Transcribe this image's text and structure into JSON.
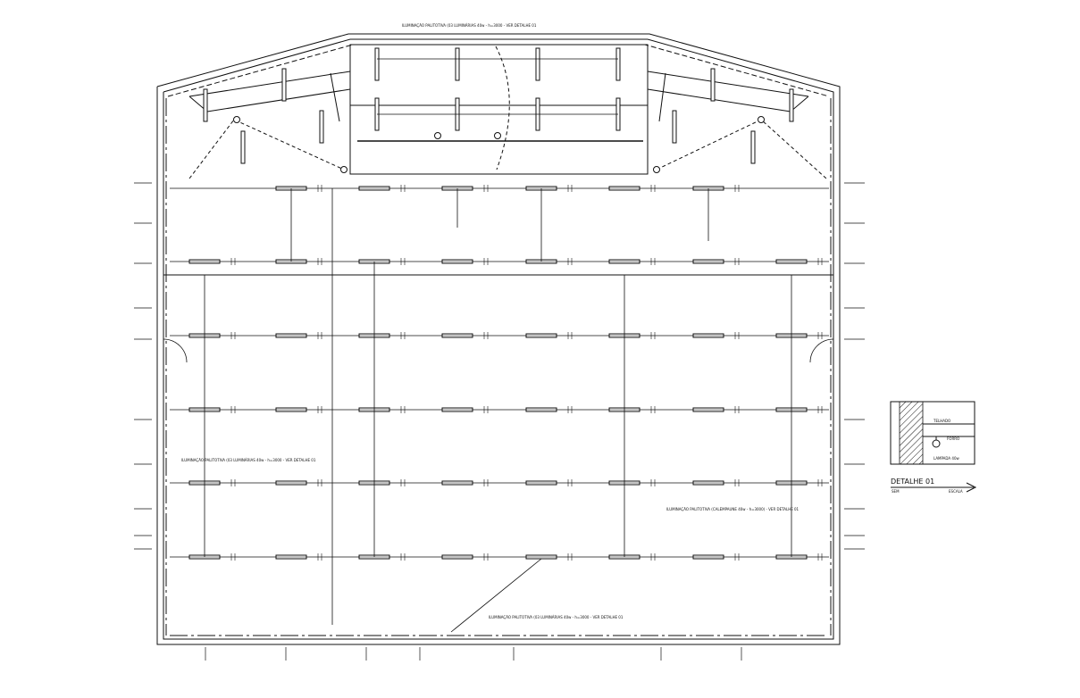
{
  "notes": {
    "top": "ILUMINAÇÃO PALITOTIVA (03 LUMINÁRIAS 40w - h=3000 - VER DETALHE 01",
    "left": "ILUMINAÇÃO PALITOTIVA (03 LUMINÁRIAS 40w - h=3000 - VER DETALHE 01",
    "right": "ILUMINAÇÃO PALITOTIVA (CALEMPAUNE 40w - h=3000) - VER DETALHE 01",
    "bottom": "ILUMINAÇÃO PALITOTIVA (03 LUMINÁRIAS 40w - h=3000 - VER DETALHE 01"
  },
  "detail": {
    "title": "DETALHE 01",
    "scale_left": "SEM",
    "scale_right": "ESCALA",
    "label_roof": "TELHADO",
    "label_forro": "FORRO",
    "label_lamp": "LAMPADA 40w"
  },
  "colors": {
    "line": "#111111",
    "background": "#ffffff"
  }
}
